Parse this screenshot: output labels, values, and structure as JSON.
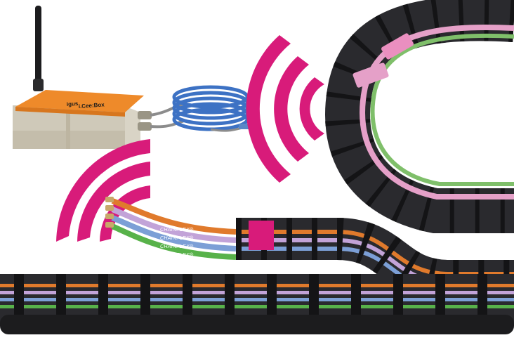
{
  "device": {
    "logo_text": "igus",
    "name": "i.Cee:Box"
  },
  "cables": [
    {
      "label": "CHAINFLEX®",
      "color": "#e07a2c"
    },
    {
      "label": "CHAINFLEX®",
      "color": "#c2a3d8"
    },
    {
      "label": "CHAINFLEX®",
      "color": "#7c9fd6"
    },
    {
      "label": "CHAINFLEX®",
      "color": "#58b24a"
    }
  ],
  "colors": {
    "signal": "#d81b7a",
    "chain": "#2a2a2e",
    "chain_dark": "#141416",
    "box_body": "#d9d4c6",
    "box_lid": "#ee8a2a",
    "coil": "#3d72c4",
    "background": "#ffffff"
  },
  "icons": [
    "antenna-icon",
    "wireless-signal-icon"
  ]
}
